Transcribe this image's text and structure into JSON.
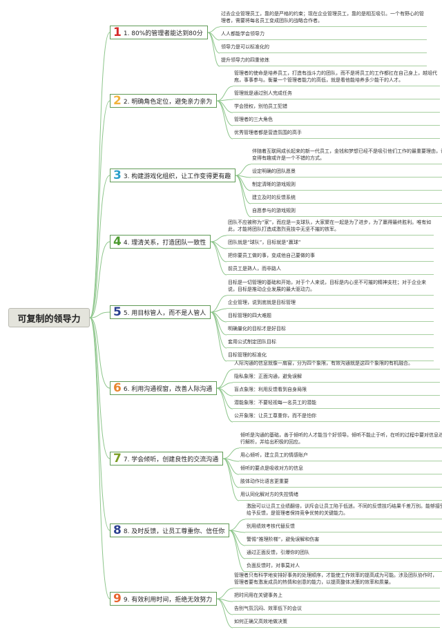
{
  "root": {
    "label": "可复制的领导力"
  },
  "colors": {
    "connector": "#8cc58a",
    "branch_border": "#5f9a55",
    "root_bg": "#e4e4dc"
  },
  "branches": [
    {
      "num": "1",
      "num_color": "#d62828",
      "label": "1. 80%的管理者能达到80分",
      "desc": "过去企业管理员工，靠的是严格的约束；现在企业管理员工，靠的是相互吸引。一个有野心的管理者，需要将每名员工变成团队的战略合作者。",
      "items": [
        "人人都能学会领导力",
        "领导力是可以标准化的",
        "提升领导力的四重修炼"
      ]
    },
    {
      "num": "2",
      "num_color": "#f2b23b",
      "label": "2. 明确角色定位，避免亲力亲为",
      "desc": "管理者的使命是培养员工，打造有战斗力的团队，而不是将员工的工作都扛在自己身上，越俎代庖，事事参与。衡量一个管理者能力的高低，就是看他能培养多少能干的人才。",
      "items": [
        "管理就是通过别人完成任务",
        "学会授权，别怕员工犯错",
        "管理者的三大角色",
        "优秀管理者都是营造氛围的高手"
      ]
    },
    {
      "num": "3",
      "num_color": "#2a9fc9",
      "label": "3. 构建游戏化组织，让工作变得更有趣",
      "desc": "伴随着互联网成长起来的新一代员工，金钱和梦想已经不是吸引他们工作的最重要理由，让工作变得有趣或许是一个不错的方式。",
      "items": [
        "设定明确的团队愿景",
        "制定清晰的游戏规则",
        "建立及时的反馈系统",
        "自愿参与的游戏规则"
      ]
    },
    {
      "num": "4",
      "num_color": "#4b9a2e",
      "label": "4. 理清关系，打造团队一致性",
      "desc": "团队不应被称为“家”，而应是一支球队，大家聚在一起是为了进步，为了赢得最终胜利。唯有如此，才能将团队打造成激烈竞技中无坚不摧的铁军。",
      "items": [
        "团队就是“球队”，目标就是“赢球”",
        "把你要员工做的事，变成他自己要做的事",
        "前员工是熟人，而非路人"
      ]
    },
    {
      "num": "5",
      "num_color": "#2a3f8f",
      "label": "5. 用目标管人，而不是人管人",
      "desc": "目标是一切管理的基础和开始，对于个人来说，目标是内心坚不可摧的精神支柱；对于企业来说，目标是推动企业发展的最大驱动力。",
      "items": [
        "企业管理，说到底就是目标管理",
        "目标管理的四大难题",
        "明确量化的目标才是好目标",
        "套用公式制定团队目标",
        "目标管理的标准化"
      ]
    },
    {
      "num": "6",
      "num_color": "#e8842e",
      "label": "6. 利用沟通视窗，改善人际沟通",
      "desc": "人际沟通的信息就像一扇窗，分为四个象限，有效沟通就是这四个象限的有机融合。",
      "items": [
        "隐私象限：正面沟通，避免误解",
        "盲点象限：利用反馈看到自身局限",
        "潜能象限：不要轻视每一名员工的潜能",
        "公开象限：让员工尊重你，而不是怕你"
      ]
    },
    {
      "num": "7",
      "num_color": "#7a9d23",
      "label": "7. 学会倾听，创建良性的交流沟通",
      "desc": "倾听是沟通的基础，善于倾听的人才能当个好领导。倾听不能止于听，在听的过程中要对信息进行解析，并给出积极的回应。",
      "items": [
        "用心倾听，建立员工的情感账户",
        "倾听的要点是吸收对方的信息",
        "肢体动作比语言更重要",
        "用认同化解对方的失控情绪"
      ]
    },
    {
      "num": "8",
      "num_color": "#2a3f8f",
      "label": "8. 及时反馈，让员工尊重你、信任你",
      "desc": "激励可以让员工业绩翻倍，训斥会让员工陷于低迷。不同的反馈技巧结果千差万别。能够接受和给予反馈，是管理者保持竞争优势的关键能力。",
      "items": [
        "别用绩效考核代替反馈",
        "警惕“推理阶梯”，避免误解和伤害",
        "通过正面反馈，引爆你的团队",
        "负面反馈时，对事莫对人"
      ]
    },
    {
      "num": "9",
      "num_color": "#e8642e",
      "label": "9. 有效利用时间，拒绝无效努力",
      "desc": "管理者只有科学地安排好事务的处理顺序，才能使工作效率的提高成为可能。涉及团队协作时，管理者要有激发成员的热情和创意的能力，以提高整体决策的效率和质量。",
      "items": [
        "把时间用在关键事务上",
        "告别气氛沉闷、效率低下的会议",
        "如何正确又高效地做决策"
      ]
    }
  ]
}
